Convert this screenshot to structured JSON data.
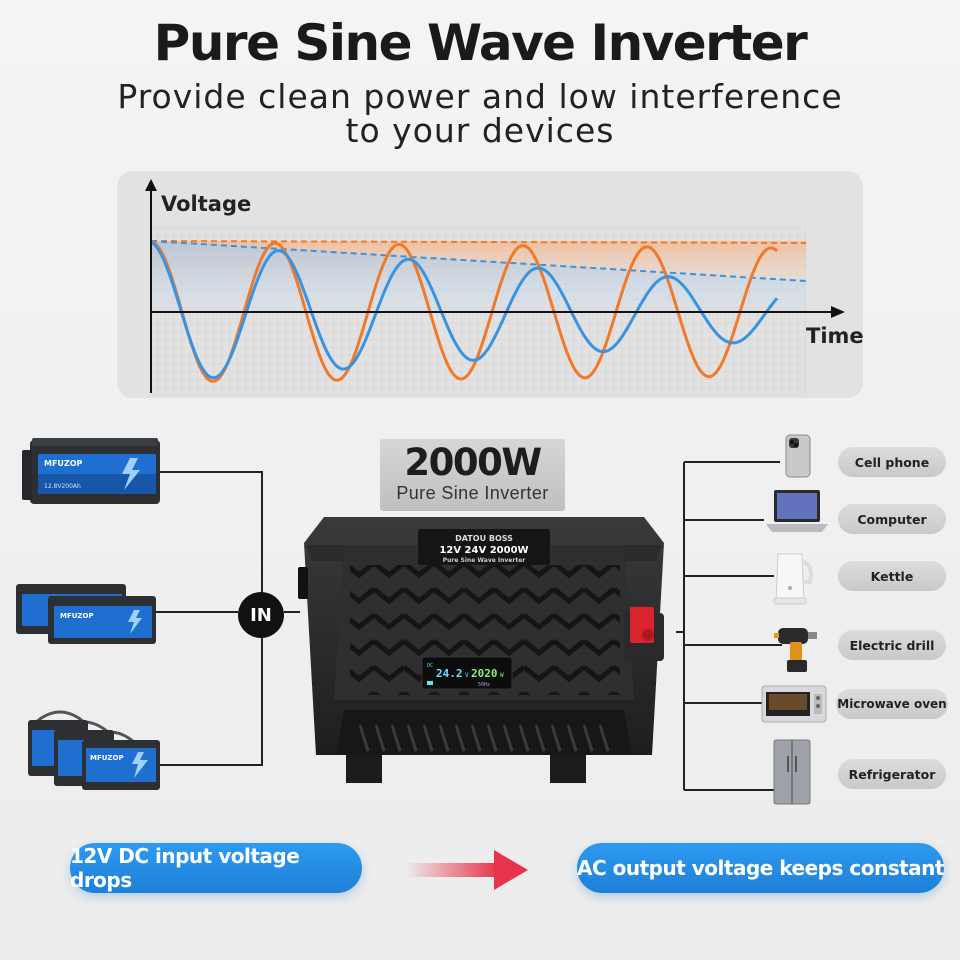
{
  "header": {
    "title": "Pure Sine Wave Inverter",
    "subtitle_line1": "Provide clean power and low interference",
    "subtitle_line2": "to your devices"
  },
  "chart_data": {
    "type": "line",
    "xlabel": "Time",
    "ylabel": "Voltage",
    "grid": true,
    "series": [
      {
        "color": "#f07a2a",
        "style": "sine",
        "amplitude_trend": "constant"
      },
      {
        "color": "#3a93e0",
        "style": "sine",
        "amplitude_trend": "decreasing"
      }
    ]
  },
  "product": {
    "power_value": "2000W",
    "power_label": "Pure Sine Inverter",
    "brand": "DATOU BOSS",
    "spec_line": "12V 24V 2000W",
    "spec_sub": "Pure Sine Wave Inverter",
    "display_dc": "DC",
    "display_voltage": "24.2",
    "display_v_unit": "V",
    "display_watts": "2020",
    "display_w_unit": "W",
    "display_freq": "50Hz",
    "battery_brand": "MFUZOP",
    "battery_label_1": "12.8V200Ah"
  },
  "input": {
    "node_label": "IN"
  },
  "appliances": [
    {
      "label": "Cell phone",
      "icon": "phone-icon"
    },
    {
      "label": "Computer",
      "icon": "laptop-icon"
    },
    {
      "label": "Kettle",
      "icon": "kettle-icon"
    },
    {
      "label": "Electric drill",
      "icon": "drill-icon"
    },
    {
      "label": "Microwave oven",
      "icon": "microwave-icon"
    },
    {
      "label": "Refrigerator",
      "icon": "fridge-icon"
    }
  ],
  "banners": {
    "left": "12V DC input voltage drops",
    "right": "AC output voltage keeps constant"
  },
  "colors": {
    "accent_blue": "#2a8eea",
    "orange_wave": "#f07a2a",
    "blue_wave": "#3a93e0",
    "arrow_red": "#e8344a",
    "battery_blue": "#1f6fd0"
  }
}
